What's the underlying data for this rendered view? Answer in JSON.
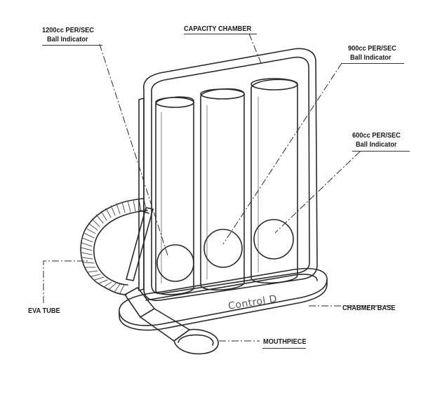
{
  "labels": {
    "ball_1200_line1": "1200cc PER/SEC",
    "ball_1200_line2": "Ball Indicator",
    "capacity_chamber": "CAPACITY CHAMBER",
    "ball_900_line1": "900cc PER/SEC",
    "ball_900_line2": "Ball Indicator",
    "ball_600_line1": "600cc PER/SEC",
    "ball_600_line2": "Ball Indicator",
    "eva_tube": "EVA TUBE",
    "chamber_base": "CHABMER BASE",
    "mouthpiece": "MOUTHPIECE"
  },
  "device": {
    "brand_text": "Control D"
  },
  "colors": {
    "ink": "#1a1a1a",
    "line": "#333333",
    "background": "#ffffff"
  }
}
